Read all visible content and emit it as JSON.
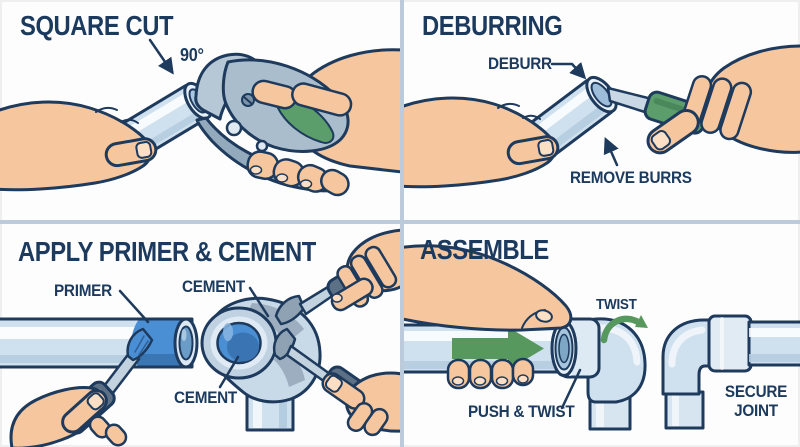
{
  "panels": {
    "square_cut": {
      "title": "SQUARE CUT",
      "angle_label": "90°"
    },
    "deburring": {
      "title": "DEBURRING",
      "deburr_label": "DEBURR",
      "remove_burrs_label": "REMOVE BURRS"
    },
    "apply_primer_cement": {
      "title": "APPLY PRIMER & CEMENT",
      "primer_label": "PRIMER",
      "cement_top_label": "CEMENT",
      "cement_bottom_label": "CEMENT"
    },
    "assemble": {
      "title": "ASSEMBLE",
      "twist_label": "TWIST",
      "push_twist_label": "PUSH & TWIST",
      "secure_joint_label": "SECURE JOINT"
    }
  },
  "colors": {
    "outline_navy": "#1e3a5c",
    "label_navy": "#1b3a5e",
    "skin": "#f6c79e",
    "nail": "#fcdfc4",
    "pipe_light": "#cfe0ee",
    "pipe_shade": "#b5cde0",
    "pipe_rim": "#e9f1f8",
    "primer_blue": "#4a8fd3",
    "cement_gray": "#9aacbd",
    "tool_gray": "#a9bdcd",
    "tool_dark_gray": "#5d7186",
    "grip_green": "#5b9e6b",
    "arrow_green": "#57985f",
    "divider": "#bccbdb",
    "background": "#fdfdfd"
  }
}
